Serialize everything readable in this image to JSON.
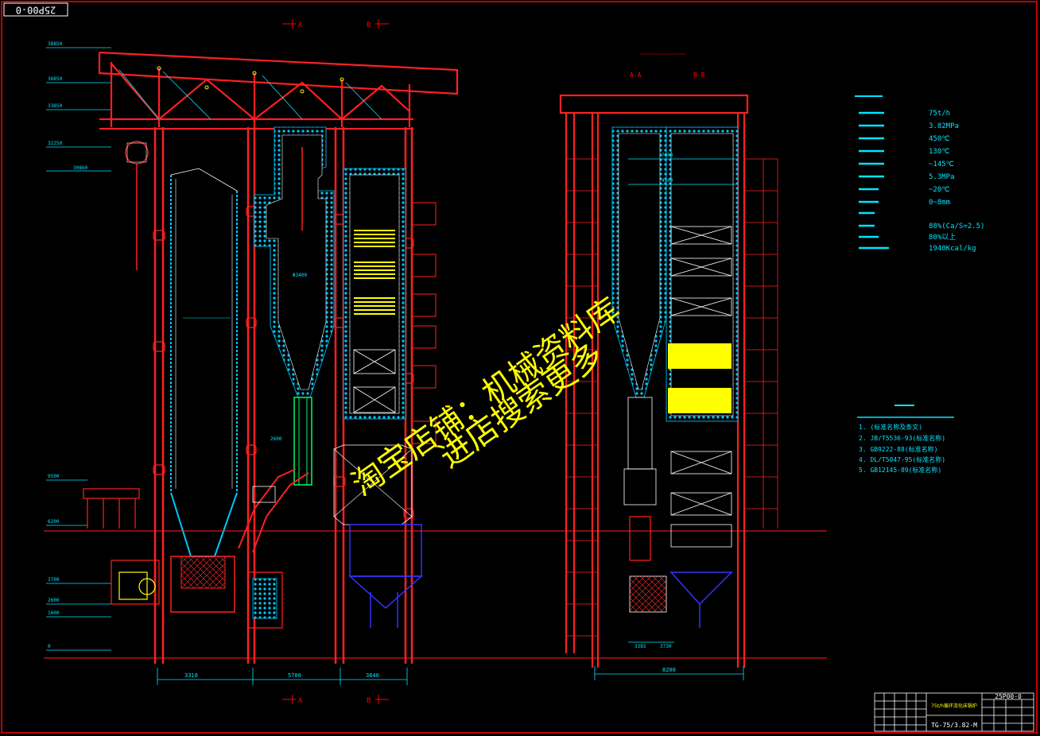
{
  "drawing_number": "25P00-0",
  "section_markers": {
    "a": "A",
    "b": "B"
  },
  "view_labels": {
    "a": "A-A",
    "b": "B-B"
  },
  "left_dims": {
    "d1": "3310",
    "d2": "5700",
    "d3": "3640",
    "inner": "2600",
    "dia": "Φ3400"
  },
  "right_dims": {
    "total": "8200",
    "top1": "7000",
    "top2": "4300",
    "base1": "3385",
    "base2": "3730"
  },
  "spec_values": [
    "75t/h",
    "3.82MPa",
    "450℃",
    "130℃",
    "~145℃",
    "5.3MPa",
    "~20℃",
    "0~8mm",
    "",
    "88%(Ca/S=2.5)",
    "80%以上",
    "1940Kcal/kg"
  ],
  "notes": [
    "1. (标准名称及条文)",
    "2. JB/T5536-93(标准名称)",
    "3. GB9222-88(标准名称)",
    "4. DL/T5047-95(标准名称)",
    "5. GB12145-89(标准名称)"
  ],
  "title_block": {
    "drawing_no": "25P00-0",
    "model": "TG-75/3.82-M",
    "name": "75t/h循环流化床锅炉"
  },
  "watermark": {
    "line1": "淘宝店铺：机械资料库",
    "line2": "进店搜索更多"
  },
  "colors": {
    "frame": "#ff0000",
    "structure": "#ff2020",
    "dimension": "#00e5ff",
    "pipe": "#ffff00",
    "refractory": "#00c8ff",
    "hopper": "#3333ff",
    "watermark": "#ffff00"
  }
}
